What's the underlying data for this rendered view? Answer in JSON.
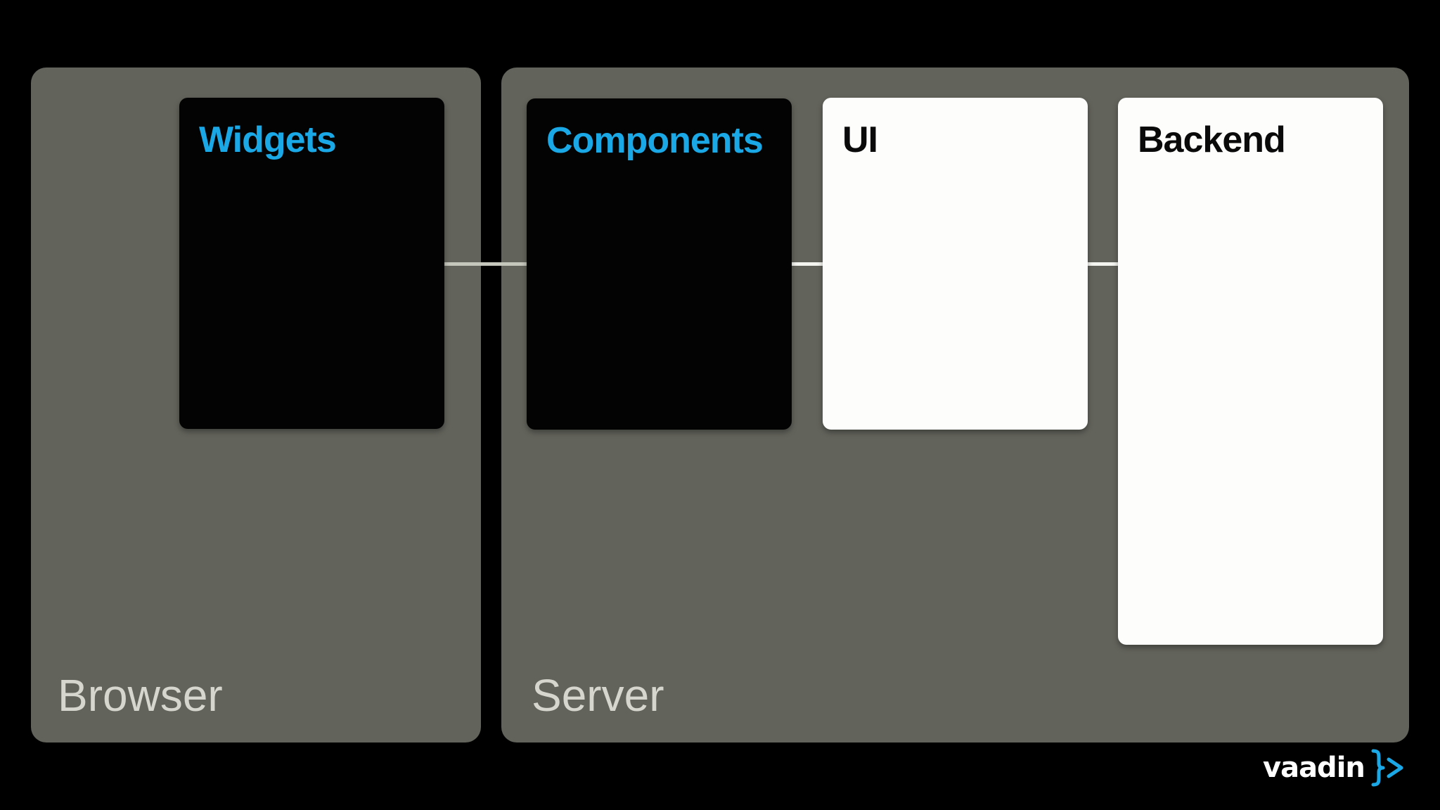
{
  "zones": {
    "browser": {
      "label": "Browser"
    },
    "server": {
      "label": "Server"
    }
  },
  "cards": {
    "widgets": {
      "title": "Widgets"
    },
    "components": {
      "title": "Components"
    },
    "ui": {
      "title": "UI"
    },
    "backend": {
      "title": "Backend"
    }
  },
  "logo": {
    "text": "vaadin"
  },
  "colors": {
    "background": "#000000",
    "zone": "#62635b",
    "zone_label": "#d6d6cf",
    "card_dark": "#030303",
    "card_light": "#fdfdfb",
    "accent_blue": "#1aa8e6",
    "title_dark": "#0a0a0a",
    "connector_client": "#c5c6bc",
    "connector_server": "#f4f4f0",
    "logo_text": "#ffffff"
  }
}
